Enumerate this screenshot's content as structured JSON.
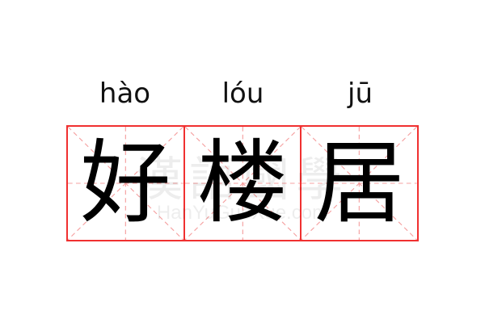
{
  "pinyin": [
    "hào",
    "lóu",
    "jū"
  ],
  "characters": [
    "好",
    "楼",
    "居"
  ],
  "watermark": {
    "chinese": "漢語國學",
    "url": "HanYuGuoXue.com"
  },
  "colors": {
    "grid_border": "#f03030",
    "guide_lines": "#f5a0a0"
  }
}
